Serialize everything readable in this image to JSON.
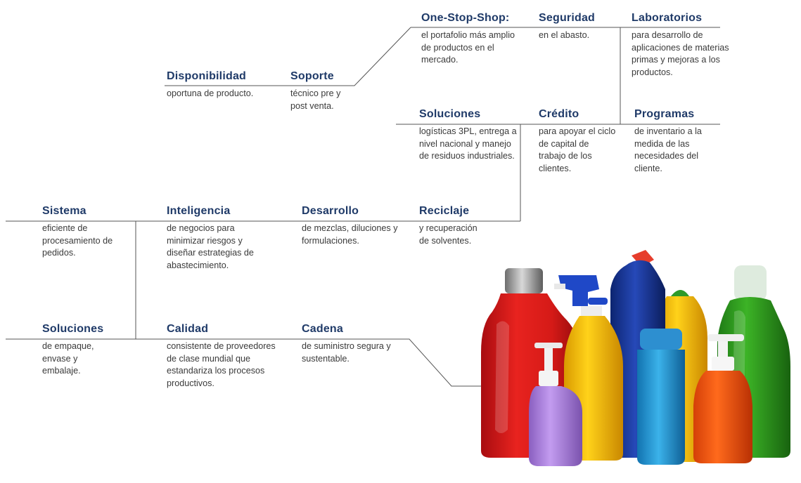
{
  "nodes": [
    {
      "id": "one-stop-shop",
      "title": "One-Stop-Shop:",
      "text": "el portafolio más amplio de productos en el mercado."
    },
    {
      "id": "seguridad",
      "title": "Seguridad",
      "text": "en el abasto."
    },
    {
      "id": "laboratorios",
      "title": "Laboratorios",
      "text": "para desarrollo de aplicaciones de materias primas y mejoras a los productos."
    },
    {
      "id": "disponibilidad",
      "title": "Disponibilidad",
      "text": "oportuna de producto."
    },
    {
      "id": "soporte",
      "title": "Soporte",
      "text": "técnico pre y post venta."
    },
    {
      "id": "soluciones-logisticas",
      "title": "Soluciones",
      "text": "logísticas 3PL, entrega a nivel nacional y manejo de residuos industriales."
    },
    {
      "id": "credito",
      "title": "Crédito",
      "text": "para apoyar el ciclo de capital de trabajo de los clientes."
    },
    {
      "id": "programas",
      "title": "Programas",
      "text": "de inventario a la medida de las necesidades del cliente."
    },
    {
      "id": "sistema",
      "title": "Sistema",
      "text": "eficiente de procesamiento de pedidos."
    },
    {
      "id": "inteligencia",
      "title": "Inteligencia",
      "text": "de negocios para minimizar riesgos y diseñar estrategias de abastecimiento."
    },
    {
      "id": "desarrollo",
      "title": "Desarrollo",
      "text": "de mezclas, diluciones y formulaciones."
    },
    {
      "id": "reciclaje",
      "title": "Reciclaje",
      "text": "y recuperación de solventes."
    },
    {
      "id": "soluciones-empaque",
      "title": "Soluciones",
      "text": "de empaque, envase y embalaje."
    },
    {
      "id": "calidad",
      "title": "Calidad",
      "text": "consistente de proveedores de clase mundial que estandariza los procesos productivos."
    },
    {
      "id": "cadena",
      "title": "Cadena",
      "text": "de suministro segura y sustentable."
    }
  ],
  "colors": {
    "title": "#1f3a68",
    "text": "#3a3a3a",
    "line": "#4a4a4a"
  }
}
